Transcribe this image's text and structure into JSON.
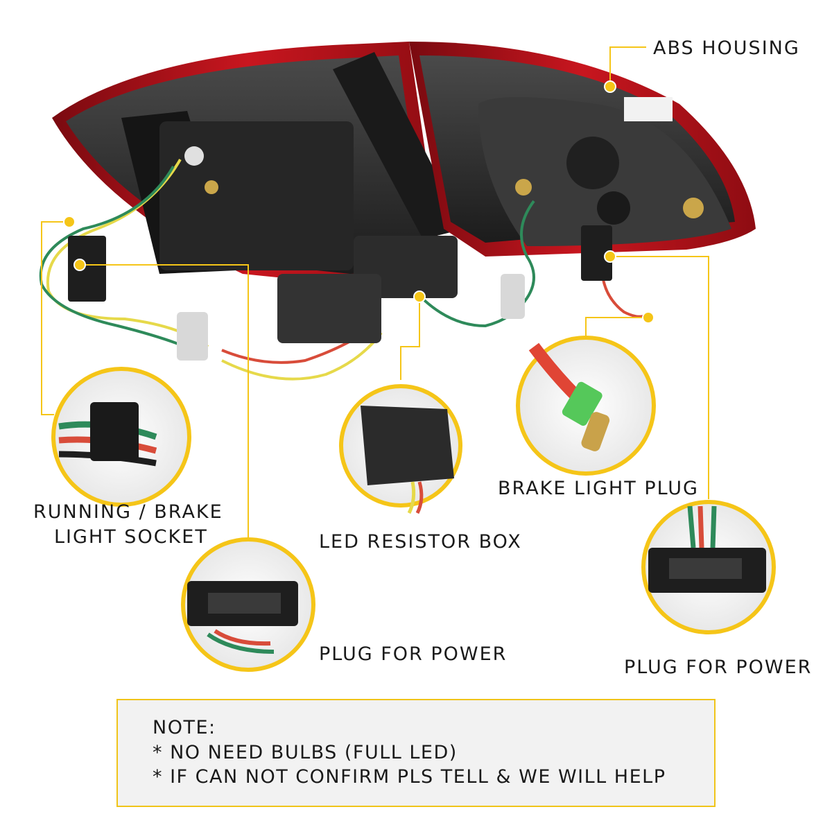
{
  "labels": {
    "abs_housing": "ABS HOUSING",
    "running_brake_line1": "RUNNING / BRAKE",
    "running_brake_line2": "LIGHT SOCKET",
    "led_resistor_box": "LED RESISTOR BOX",
    "brake_light_plug": "BRAKE LIGHT PLUG",
    "plug_for_power_left": "PLUG FOR POWER",
    "plug_for_power_right": "PLUG FOR POWER"
  },
  "note": {
    "title": "NOTE:",
    "line1": "* NO NEED BULBS (FULL LED)",
    "line2": "* IF CAN NOT CONFIRM PLS TELL & WE WILL HELP"
  },
  "colors": {
    "accent_yellow": "#f5c518",
    "housing_dark": "#2a2a2a",
    "lens_red": "#b3121b"
  }
}
